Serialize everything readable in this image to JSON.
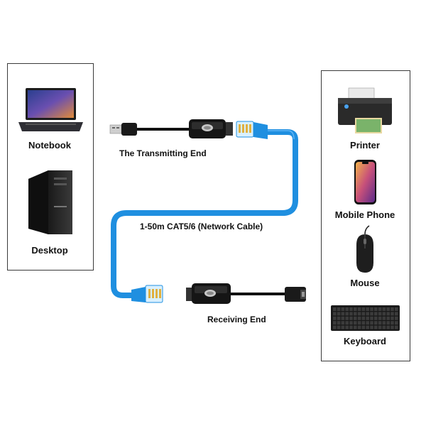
{
  "devices_left": {
    "notebook_label": "Notebook",
    "desktop_label": "Desktop"
  },
  "devices_right": {
    "printer_label": "Printer",
    "phone_label": "Mobile Phone",
    "mouse_label": "Mouse",
    "keyboard_label": "Keyboard"
  },
  "cable": {
    "transmitting_label": "The Transmitting End",
    "network_label": "1-50m CAT5/6 (Network Cable)",
    "receiving_label": "Receiving End"
  },
  "colors": {
    "cable_blue": "#1f8fe0",
    "cable_black": "#111111",
    "panel_border": "#3a3a3a"
  },
  "icons": [
    "laptop-icon",
    "desktop-tower-icon",
    "printer-icon",
    "smartphone-icon",
    "mouse-icon",
    "keyboard-icon",
    "usb-male-plug-icon",
    "usb-female-plug-icon",
    "rj45-plug-icon",
    "extender-adapter-icon"
  ]
}
